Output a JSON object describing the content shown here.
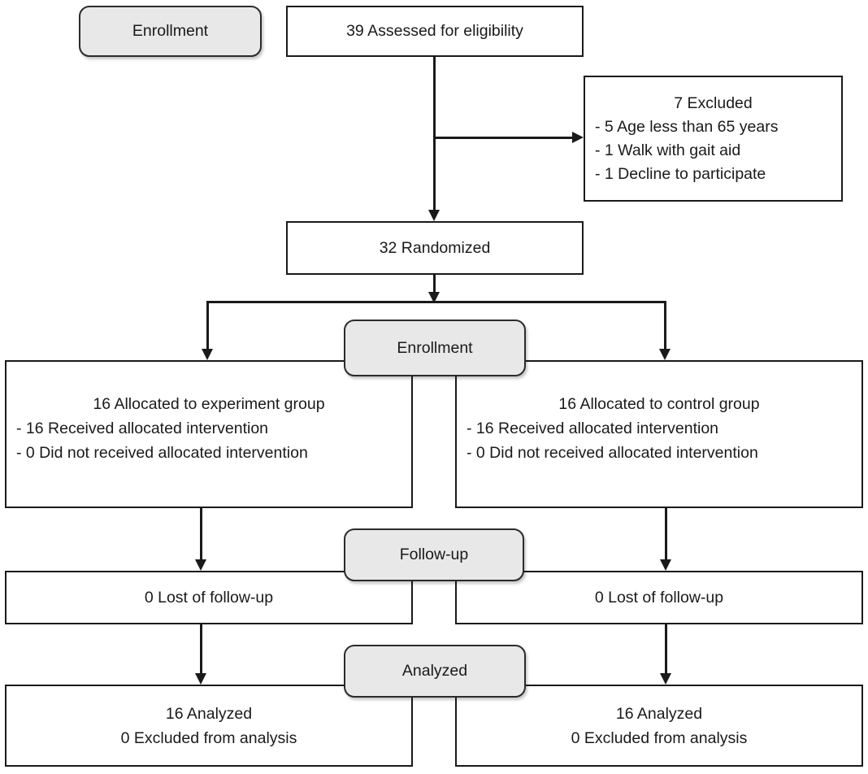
{
  "stages": {
    "enrollment_top": "Enrollment",
    "enrollment_mid": "Enrollment",
    "followup": "Follow-up",
    "analyzed": "Analyzed"
  },
  "boxes": {
    "assessed": "39 Assessed for eligibility",
    "excluded": {
      "title": "7 Excluded",
      "items": [
        "- 5 Age less than 65 years",
        "- 1 Walk with gait aid",
        "- 1 Decline to participate"
      ]
    },
    "randomized": "32 Randomized",
    "allocation_left": {
      "title": "16 Allocated to experiment group",
      "items": [
        "- 16 Received allocated intervention",
        "- 0 Did not received allocated intervention"
      ]
    },
    "allocation_right": {
      "title": "16 Allocated to control group",
      "items": [
        "- 16 Received allocated intervention",
        "- 0 Did not received allocated intervention"
      ]
    },
    "followup_left": "0 Lost of follow-up",
    "followup_right": "0 Lost of follow-up",
    "analyzed_left": {
      "line1": "16 Analyzed",
      "line2": "0 Excluded from analysis"
    },
    "analyzed_right": {
      "line1": "16 Analyzed",
      "line2": "0 Excluded from analysis"
    }
  },
  "colors": {
    "border": "#1a1a1a",
    "stage_fill": "#e8e8e8",
    "text": "#1a1a1a",
    "background": "#ffffff"
  }
}
